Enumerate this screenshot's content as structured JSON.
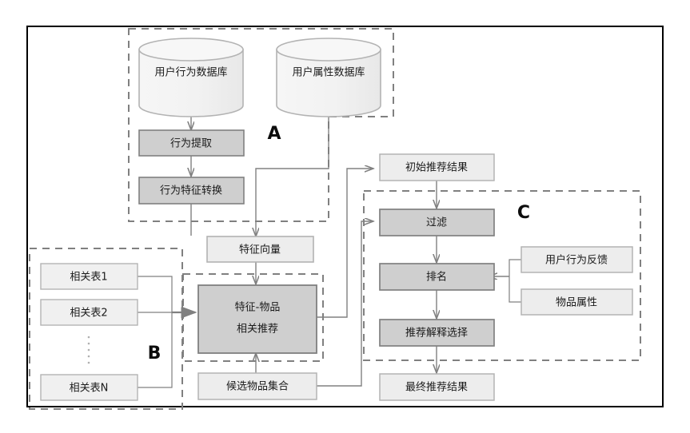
{
  "diagram": {
    "title": "Recommendation system architecture flowchart",
    "frame": {
      "border_color": "#000000",
      "background": "#ffffff"
    },
    "colors": {
      "dark_box_fill": "#cfcfcf",
      "dark_box_stroke": "#808080",
      "light_box_fill": "#ededed",
      "light_box_stroke": "#b3b3b3",
      "cylinder_fill": "#f2f2f2",
      "cylinder_stroke": "#b3b3b3",
      "dashed_stroke": "#808080",
      "arrow_stroke": "#808080",
      "text": "#1a1a1a"
    },
    "groups": [
      {
        "id": "A",
        "letter": "A"
      },
      {
        "id": "B",
        "letter": "B"
      },
      {
        "id": "C",
        "letter": "C"
      },
      {
        "id": "core",
        "letter": ""
      }
    ],
    "nodes": [
      {
        "id": "db-behavior",
        "label": "用户行为数据库",
        "shape": "cylinder",
        "style": "light"
      },
      {
        "id": "db-profile",
        "label": "用户属性数据库",
        "shape": "cylinder",
        "style": "light"
      },
      {
        "id": "behavior-extract",
        "label": "行为提取",
        "shape": "rect",
        "style": "dark"
      },
      {
        "id": "behavior-feature-transform",
        "label": "行为特征转换",
        "shape": "rect",
        "style": "dark"
      },
      {
        "id": "feature-vector",
        "label": "特征向量",
        "shape": "rect",
        "style": "light"
      },
      {
        "id": "relation-table-1",
        "label": "相关表1",
        "shape": "rect",
        "style": "light"
      },
      {
        "id": "relation-table-2",
        "label": "相关表2",
        "shape": "rect",
        "style": "light"
      },
      {
        "id": "relation-table-n",
        "label": "相关表N",
        "shape": "rect",
        "style": "light"
      },
      {
        "id": "feature-item-rec",
        "label_line1": "特征-物品",
        "label_line2": "相关推荐",
        "shape": "rect",
        "style": "dark"
      },
      {
        "id": "candidate-item-set",
        "label": "候选物品集合",
        "shape": "rect",
        "style": "light"
      },
      {
        "id": "initial-result",
        "label": "初始推荐结果",
        "shape": "rect",
        "style": "light"
      },
      {
        "id": "filter",
        "label": "过滤",
        "shape": "rect",
        "style": "dark"
      },
      {
        "id": "ranking",
        "label": "排名",
        "shape": "rect",
        "style": "dark"
      },
      {
        "id": "explanation-select",
        "label": "推荐解释选择",
        "shape": "rect",
        "style": "dark"
      },
      {
        "id": "final-result",
        "label": "最终推荐结果",
        "shape": "rect",
        "style": "light"
      },
      {
        "id": "user-feedback",
        "label": "用户行为反馈",
        "shape": "rect",
        "style": "light"
      },
      {
        "id": "item-attribute",
        "label": "物品属性",
        "shape": "rect",
        "style": "light"
      }
    ],
    "ellipsis": "⋮"
  }
}
